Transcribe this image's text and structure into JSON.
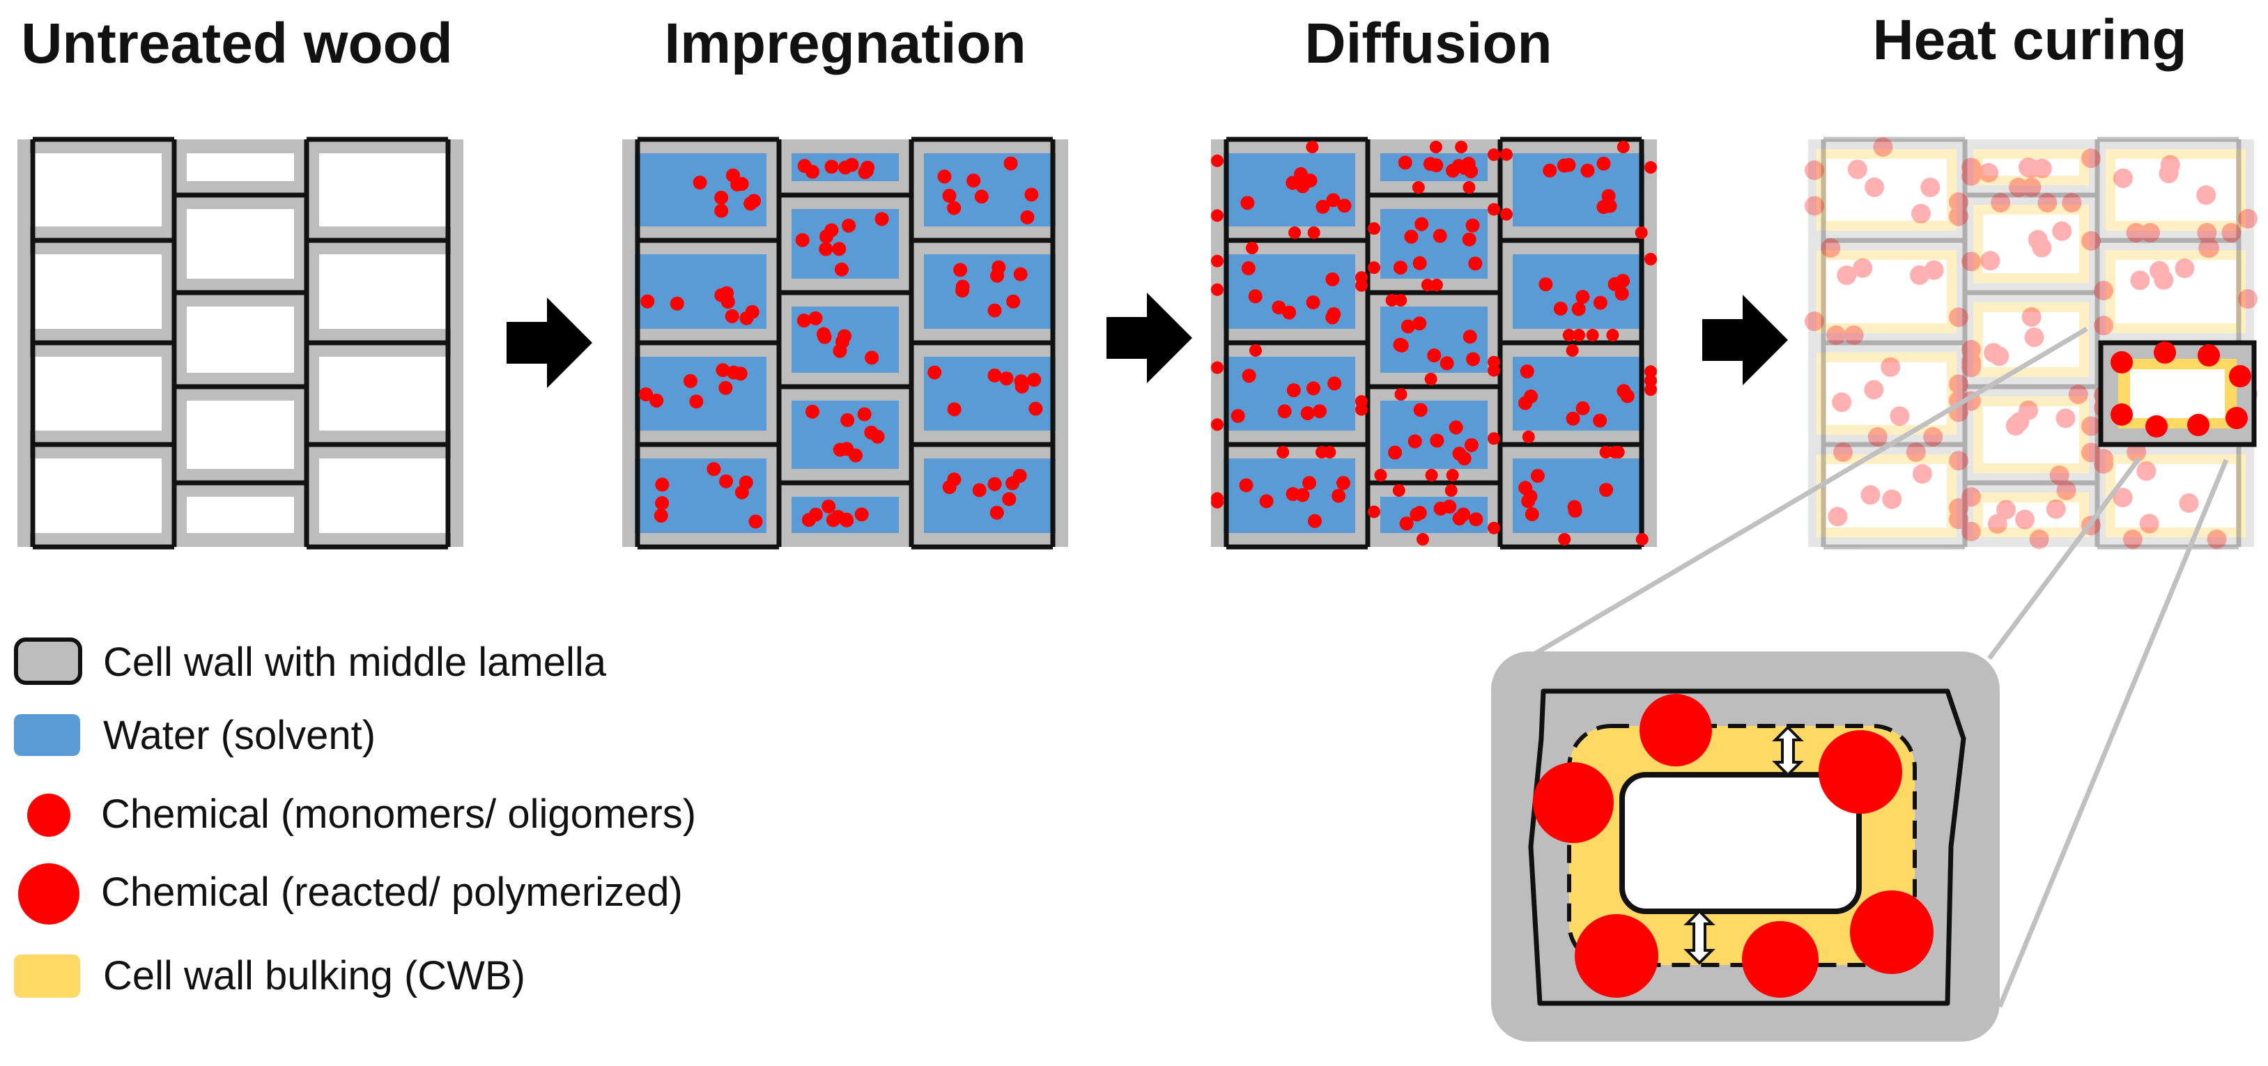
{
  "stages": [
    {
      "id": "untreated",
      "title": "Untreated wood"
    },
    {
      "id": "impregnation",
      "title": "Impregnation"
    },
    {
      "id": "diffusion",
      "title": "Diffusion"
    },
    {
      "id": "curing",
      "title": "Heat curing"
    }
  ],
  "legend": [
    {
      "key": "cell-wall",
      "label": "Cell wall with middle lamella"
    },
    {
      "key": "water",
      "label": "Water (solvent)"
    },
    {
      "key": "chem-small",
      "label": "Chemical (monomers/ oligomers)"
    },
    {
      "key": "chem-large",
      "label": "Chemical (reacted/ polymerized)"
    },
    {
      "key": "cwb",
      "label": "Cell wall bulking (CWB)"
    }
  ],
  "colors": {
    "cell_wall": "#bdbdbd",
    "water": "#5b9bd5",
    "chemical": "#ff0000",
    "bulking": "#ffd966",
    "lamella": "#111111"
  }
}
